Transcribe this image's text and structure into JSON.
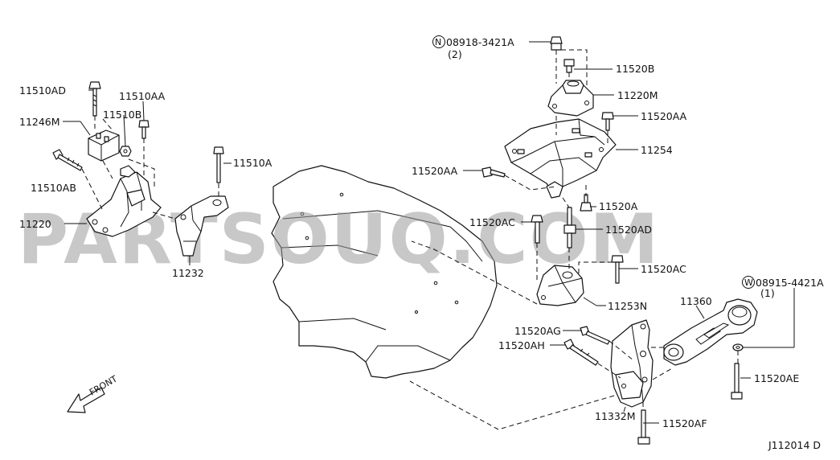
{
  "watermark": "PARTSOUQ.COM",
  "diagram_code": "J112014 D",
  "front_label": "FRONT",
  "labels": {
    "p11510AD": "11510AD",
    "p11510AA": "11510AA",
    "p11246M": "11246M",
    "p11510B": "11510B",
    "p11510AB": "11510AB",
    "p11510A": "11510A",
    "p11220": "11220",
    "p11232": "11232",
    "p08918": "08918-3421A",
    "p08918_qty": "(2)",
    "p11520B": "11520B",
    "p11220M": "11220M",
    "p11520AA_top": "11520AA",
    "p11254": "11254",
    "p11520AA_left": "11520AA",
    "p11520A": "11520A",
    "p11520AC_left": "11520AC",
    "p11520AD": "11520AD",
    "p11520AC_right": "11520AC",
    "p11253N": "11253N",
    "p08915": "08915-4421A",
    "p08915_qty": "(1)",
    "p11360": "11360",
    "p11520AG": "11520AG",
    "p11520AH": "11520AH",
    "p11520AE": "11520AE",
    "p11332M": "11332M",
    "p11520AF": "11520AF"
  },
  "prefix_marks": {
    "nut_n": "N",
    "washer_w": "W"
  }
}
